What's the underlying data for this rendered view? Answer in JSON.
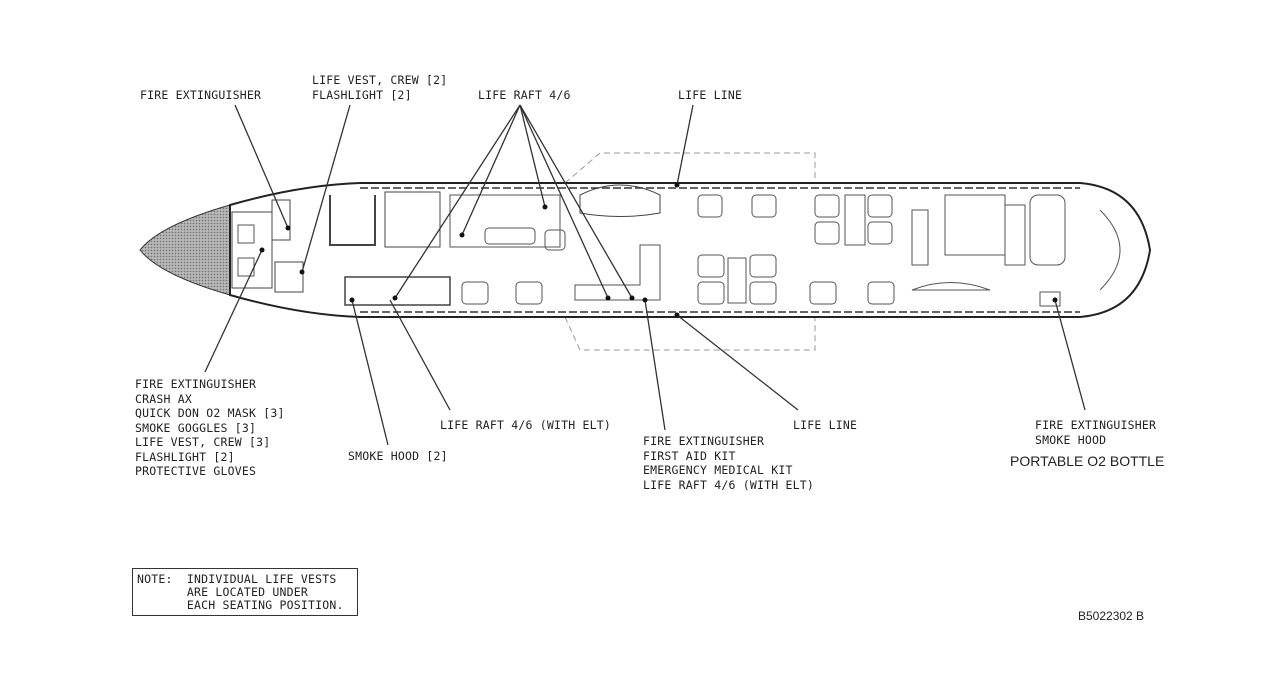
{
  "labels": {
    "fire_ext_top": "FIRE EXTINGUISHER",
    "life_vest_crew": [
      "LIFE VEST, CREW [2]",
      "FLASHLIGHT [2]"
    ],
    "life_raft_top": "LIFE RAFT 4/6",
    "life_line_top": "LIFE LINE",
    "cockpit_list": [
      "FIRE EXTINGUISHER",
      "CRASH AX",
      "QUICK DON O2 MASK [3]",
      "SMOKE GOGGLES [3]",
      "LIFE VEST, CREW [3]",
      "FLASHLIGHT [2]",
      "PROTECTIVE GLOVES"
    ],
    "smoke_hood": "SMOKE HOOD [2]",
    "life_raft_elt": "LIFE RAFT 4/6 (WITH ELT)",
    "mid_list": [
      "FIRE EXTINGUISHER",
      "FIRST AID KIT",
      "EMERGENCY MEDICAL KIT",
      "LIFE RAFT 4/6 (WITH ELT)"
    ],
    "life_line_bottom": "LIFE LINE",
    "aft_list": [
      "FIRE EXTINGUISHER",
      "SMOKE HOOD"
    ],
    "portable_o2": "PORTABLE O2 BOTTLE"
  },
  "note": [
    "NOTE:  INDIVIDUAL LIFE VESTS",
    "       ARE LOCATED UNDER",
    "       EACH SEATING POSITION."
  ],
  "drawing_number": "B5022302 B"
}
